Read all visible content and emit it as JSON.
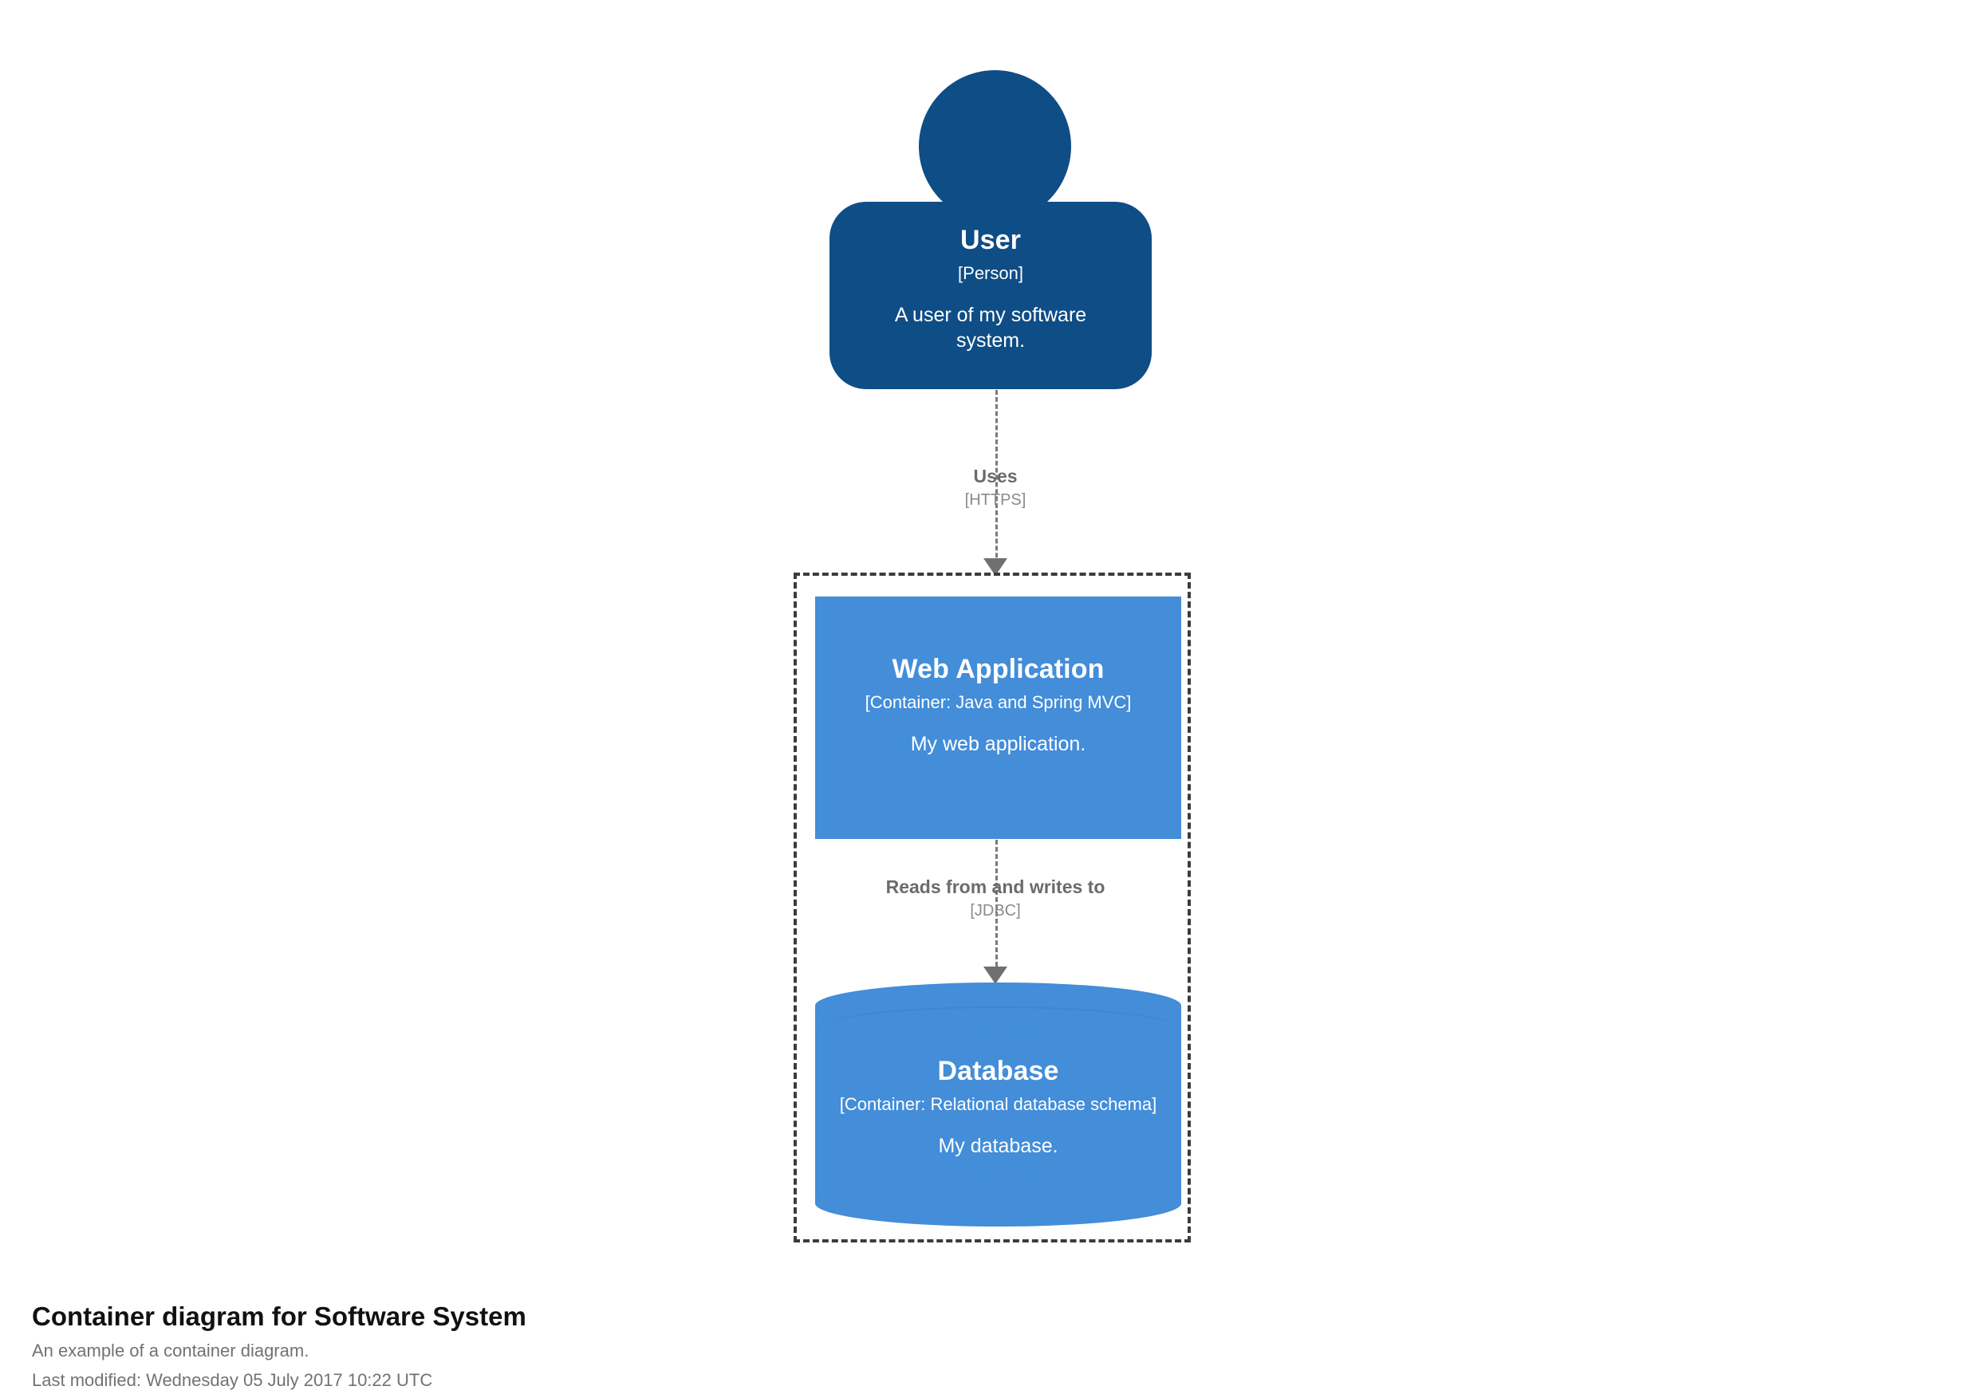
{
  "diagram": {
    "type": "c4-container-diagram",
    "background_color": "#FFFFFF",
    "person_color": "#0F4D86",
    "container_color": "#438DD9",
    "boundary_color": "#3B3B3B",
    "relationship_color": "#707070"
  },
  "person": {
    "name": "User",
    "tech": "[Person]",
    "description": "A user of my software system."
  },
  "boundary": {
    "label": ""
  },
  "webapp": {
    "name": "Web Application",
    "tech": "[Container: Java and Spring MVC]",
    "description": "My web application."
  },
  "database": {
    "name": "Database",
    "tech": "[Container: Relational database schema]",
    "description": "My database."
  },
  "relationships": [
    {
      "from": "User",
      "to": "Web Application",
      "description": "Uses",
      "tech": "[HTTPS]"
    },
    {
      "from": "Web Application",
      "to": "Database",
      "description": "Reads from and writes to",
      "tech": "[JDBC]"
    }
  ],
  "footer": {
    "title": "Container diagram for Software System",
    "subtitle": "An example of a container diagram.",
    "last_modified": "Last modified: Wednesday 05 July 2017 10:22 UTC"
  }
}
